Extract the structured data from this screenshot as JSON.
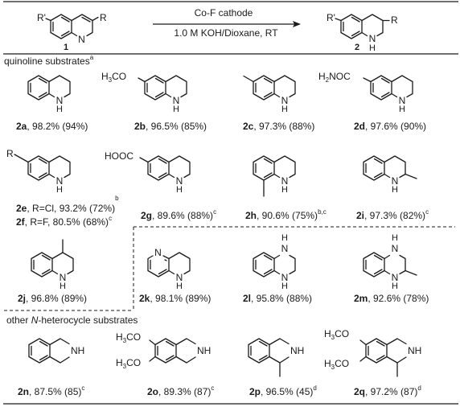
{
  "reaction": {
    "reactant": {
      "r_left": "R'",
      "r_right": "R",
      "atom_n": "N",
      "label": "1"
    },
    "condition_top": "Co-F cathode",
    "condition_bottom": "1.0 M KOH/Dioxane, RT",
    "product": {
      "r_left": "R'",
      "r_right": "R",
      "atom_nh_n": "N",
      "atom_nh_h": "H",
      "label": "2"
    }
  },
  "sections": {
    "quinoline": {
      "label": "quinoline substrates",
      "sup": "a"
    },
    "other": {
      "label_pre": "other ",
      "label_italic": "N",
      "label_post": "-heterocycle substrates"
    }
  },
  "atoms": {
    "nh_n": "N",
    "nh_h": "H",
    "nh": "NH",
    "n": "N"
  },
  "substituents": {
    "h3co": {
      "main": "H",
      "sub": "3",
      "rest": "CO"
    },
    "h2noc": {
      "main": "H",
      "sub": "2",
      "rest": "NOC"
    },
    "hooc": "HOOC",
    "r": "R"
  },
  "entries": [
    {
      "id": "2a",
      "rest": ", 98.2% (94%)",
      "sup": ""
    },
    {
      "id": "2b",
      "rest": ", 96.5% (85%)",
      "sup": ""
    },
    {
      "id": "2c",
      "rest": ", 97.3% (88%)",
      "sup": ""
    },
    {
      "id": "2d",
      "rest": ", 97.6% (90%)",
      "sup": ""
    },
    {
      "id": "2e",
      "rest": ", R=Cl, 93.2% (72%)",
      "sup": "b"
    },
    {
      "id": "2f",
      "rest": ", R=F, 80.5% (68%)",
      "sup": "c"
    },
    {
      "id": "2g",
      "rest": ", 89.6% (88%)",
      "sup": "c"
    },
    {
      "id": "2h",
      "rest": ", 90.6% (75%)",
      "sup": "b,c"
    },
    {
      "id": "2i",
      "rest": ", 97.3% (82%)",
      "sup": "c"
    },
    {
      "id": "2j",
      "rest": ", 96.8% (89%)",
      "sup": ""
    },
    {
      "id": "2k",
      "rest": ", 98.1% (89%)",
      "sup": ""
    },
    {
      "id": "2l",
      "rest": ", 95.8% (88%)",
      "sup": ""
    },
    {
      "id": "2m",
      "rest": ", 92.6% (78%)",
      "sup": ""
    },
    {
      "id": "2n",
      "rest": ", 87.5% (85)",
      "sup": "c"
    },
    {
      "id": "2o",
      "rest": ", 89.3% (87)",
      "sup": "c"
    },
    {
      "id": "2p",
      "rest": ", 96.5% (45)",
      "sup": "d"
    },
    {
      "id": "2q",
      "rest": ", 97.2% (87)",
      "sup": "d"
    }
  ]
}
